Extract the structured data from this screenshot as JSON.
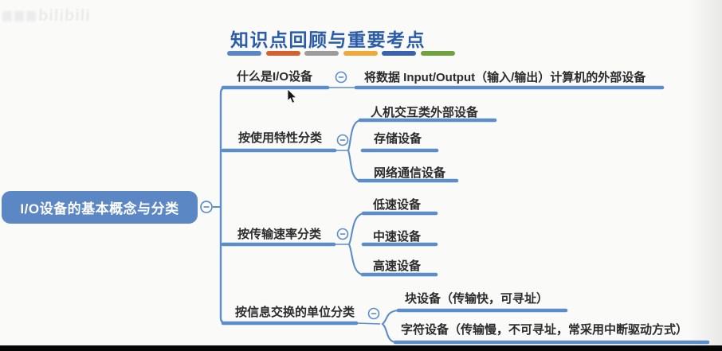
{
  "title": {
    "text": "知识点回顾与重要考点"
  },
  "accent_bars": [
    "#5b87c5",
    "#d2622f",
    "#9c9c9c",
    "#edaa3a",
    "#3a62ad",
    "#71a23f"
  ],
  "watermark": {
    "logo_text": "bilibili"
  },
  "mindmap": {
    "root": "I/O设备的基本概念与分类",
    "collapse_icon": "minus-circle",
    "branches": [
      {
        "label": "什么是I/O设备",
        "children": [
          "将数据 Input/Output（输入/输出）计算机的外部设备"
        ]
      },
      {
        "label": "按使用特性分类",
        "children": [
          "人机交互类外部设备",
          "存储设备",
          "网络通信设备"
        ]
      },
      {
        "label": "按传输速率分类",
        "children": [
          "低速设备",
          "中速设备",
          "高速设备"
        ]
      },
      {
        "label": "按信息交换的单位分类",
        "children": [
          "块设备（传输快，可寻址）",
          "字符设备（传输慢，不可寻址，常采用中断驱动方式）"
        ]
      }
    ]
  },
  "colors": {
    "line_blue": "#5b8dc9",
    "root_fill": "#5b87c4",
    "title_blue": "#2a5caa",
    "text_dark": "#2c2c2c"
  }
}
